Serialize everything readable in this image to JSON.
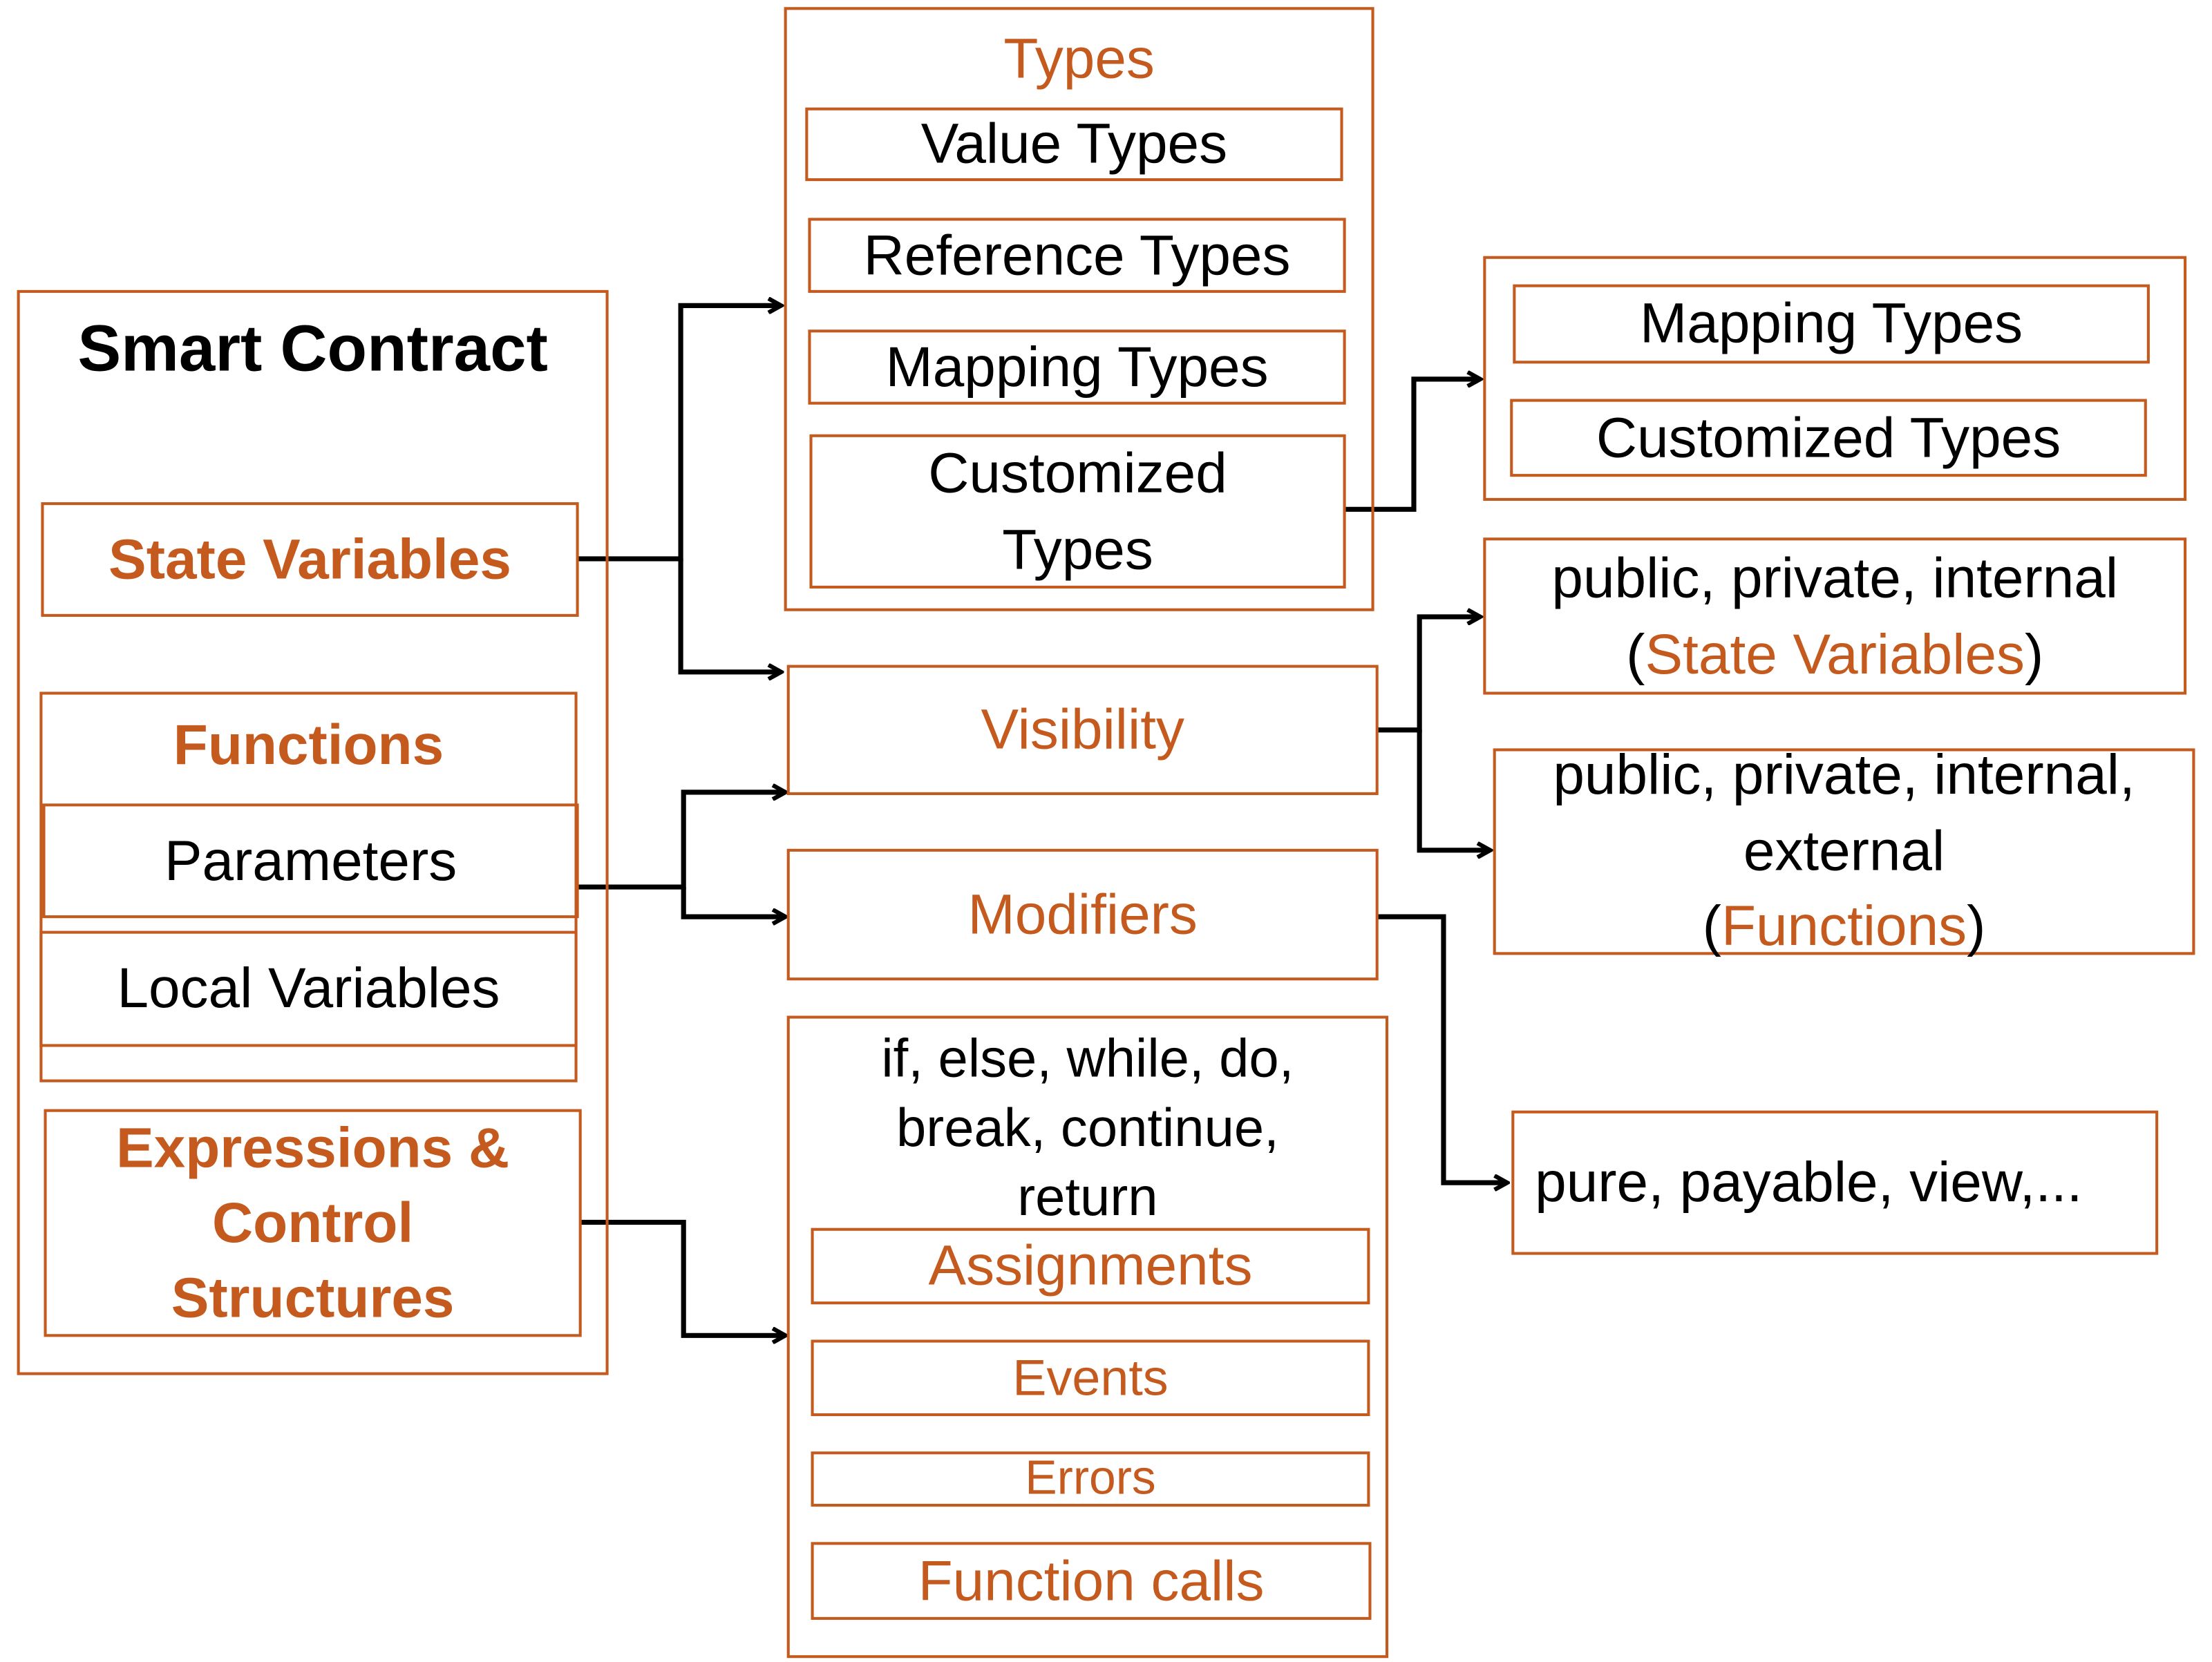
{
  "colors": {
    "accent": "#c55a1e",
    "text": "#000000",
    "connector": "#000000"
  },
  "smart_contract": {
    "title": "Smart Contract",
    "state_variables": "State Variables",
    "functions": "Functions",
    "parameters": "Parameters",
    "local_variables": "Local Variables",
    "expressions_line1": "Expressions &",
    "expressions_line2": "Control",
    "expressions_line3": "Structures"
  },
  "types": {
    "title": "Types",
    "items": [
      "Value Types",
      "Reference Types",
      "Mapping Types"
    ],
    "customized_line1": "Customized",
    "customized_line2": "Types"
  },
  "custom_types_detail": {
    "items": [
      "Mapping Types",
      "Customized Types"
    ]
  },
  "visibility": {
    "label": "Visibility"
  },
  "modifiers": {
    "label": "Modifiers"
  },
  "visibility_state": {
    "line1": "public, private, internal",
    "open": "(",
    "ref": "State Variables",
    "close": ")"
  },
  "visibility_functions": {
    "line1": "public, private, internal,",
    "line2": "external",
    "open": "(",
    "ref": "Functions",
    "close": ")"
  },
  "modifiers_detail": {
    "text": "pure, payable, view,..."
  },
  "expressions": {
    "control_line1": "if, else, while, do,",
    "control_line2": "break, continue,",
    "control_line3": "return",
    "items": [
      "Assignments",
      "Events",
      "Errors",
      "Function calls"
    ]
  }
}
